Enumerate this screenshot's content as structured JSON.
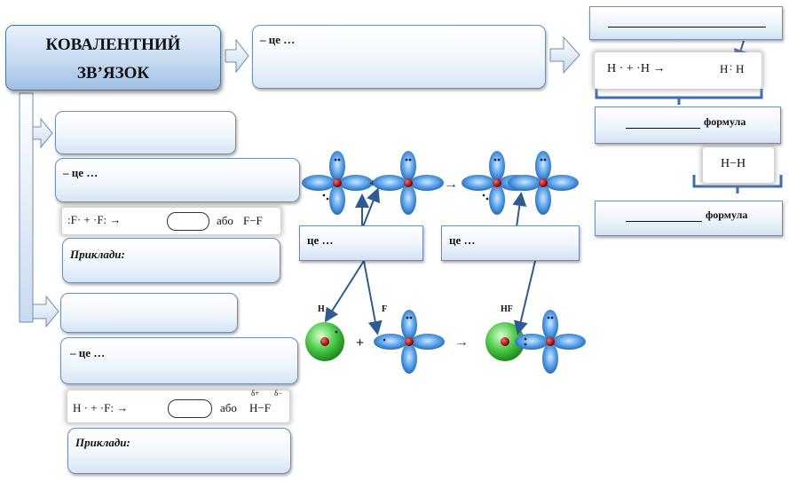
{
  "title": {
    "line1": "КОВАЛЕНТНИЙ",
    "line2": "ЗВ’ЯЗОК"
  },
  "definition_main": "– це …",
  "nonpolar": {
    "definition": "– це …",
    "examples_label": "Приклади:",
    "equation_prefix": ":F· + ·F: →",
    "alt_word": "або",
    "formula": "F−F"
  },
  "polar": {
    "definition": "– це …",
    "examples_label": "Приклади:",
    "equation_prefix": "H · + ·F: →",
    "alt_word": "або",
    "formula": "H−F",
    "charge_plus": "δ+",
    "charge_minus": "δ−"
  },
  "right_panel": {
    "equation": "H · + ·H →",
    "pair_left": "H",
    "pair_right": "H",
    "formula_label": "формула",
    "structural": "H−H",
    "formula_label_2": "формула"
  },
  "middle": {
    "label_left": "це …",
    "label_right": "це …",
    "atom_h": "H",
    "atom_f": "F",
    "product_hf": "HF"
  }
}
